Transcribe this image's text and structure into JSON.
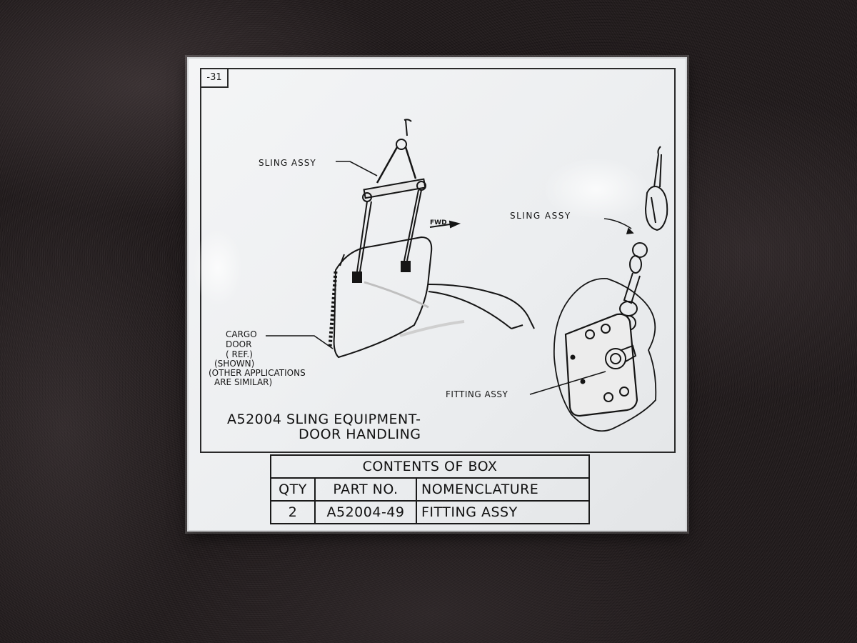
{
  "sheet_number": "-31",
  "labels": {
    "sling_assy_left": "SLING ASSY",
    "sling_assy_right": "SLING ASSY",
    "fwd": "FWD",
    "cargo_door": [
      "CARGO",
      "DOOR",
      "( REF.)",
      "(SHOWN)",
      "(OTHER APPLICATIONS",
      "ARE SIMILAR)"
    ],
    "fitting_assy": "FITTING ASSY"
  },
  "title": {
    "line1": "A52004 SLING  EQUIPMENT-",
    "line2": "DOOR HANDLING"
  },
  "contents_table": {
    "caption": "CONTENTS OF BOX",
    "headers": [
      "QTY",
      "PART NO.",
      "NOMENCLATURE"
    ],
    "rows": [
      [
        "2",
        "A52004-49",
        "FITTING ASSY"
      ]
    ]
  }
}
